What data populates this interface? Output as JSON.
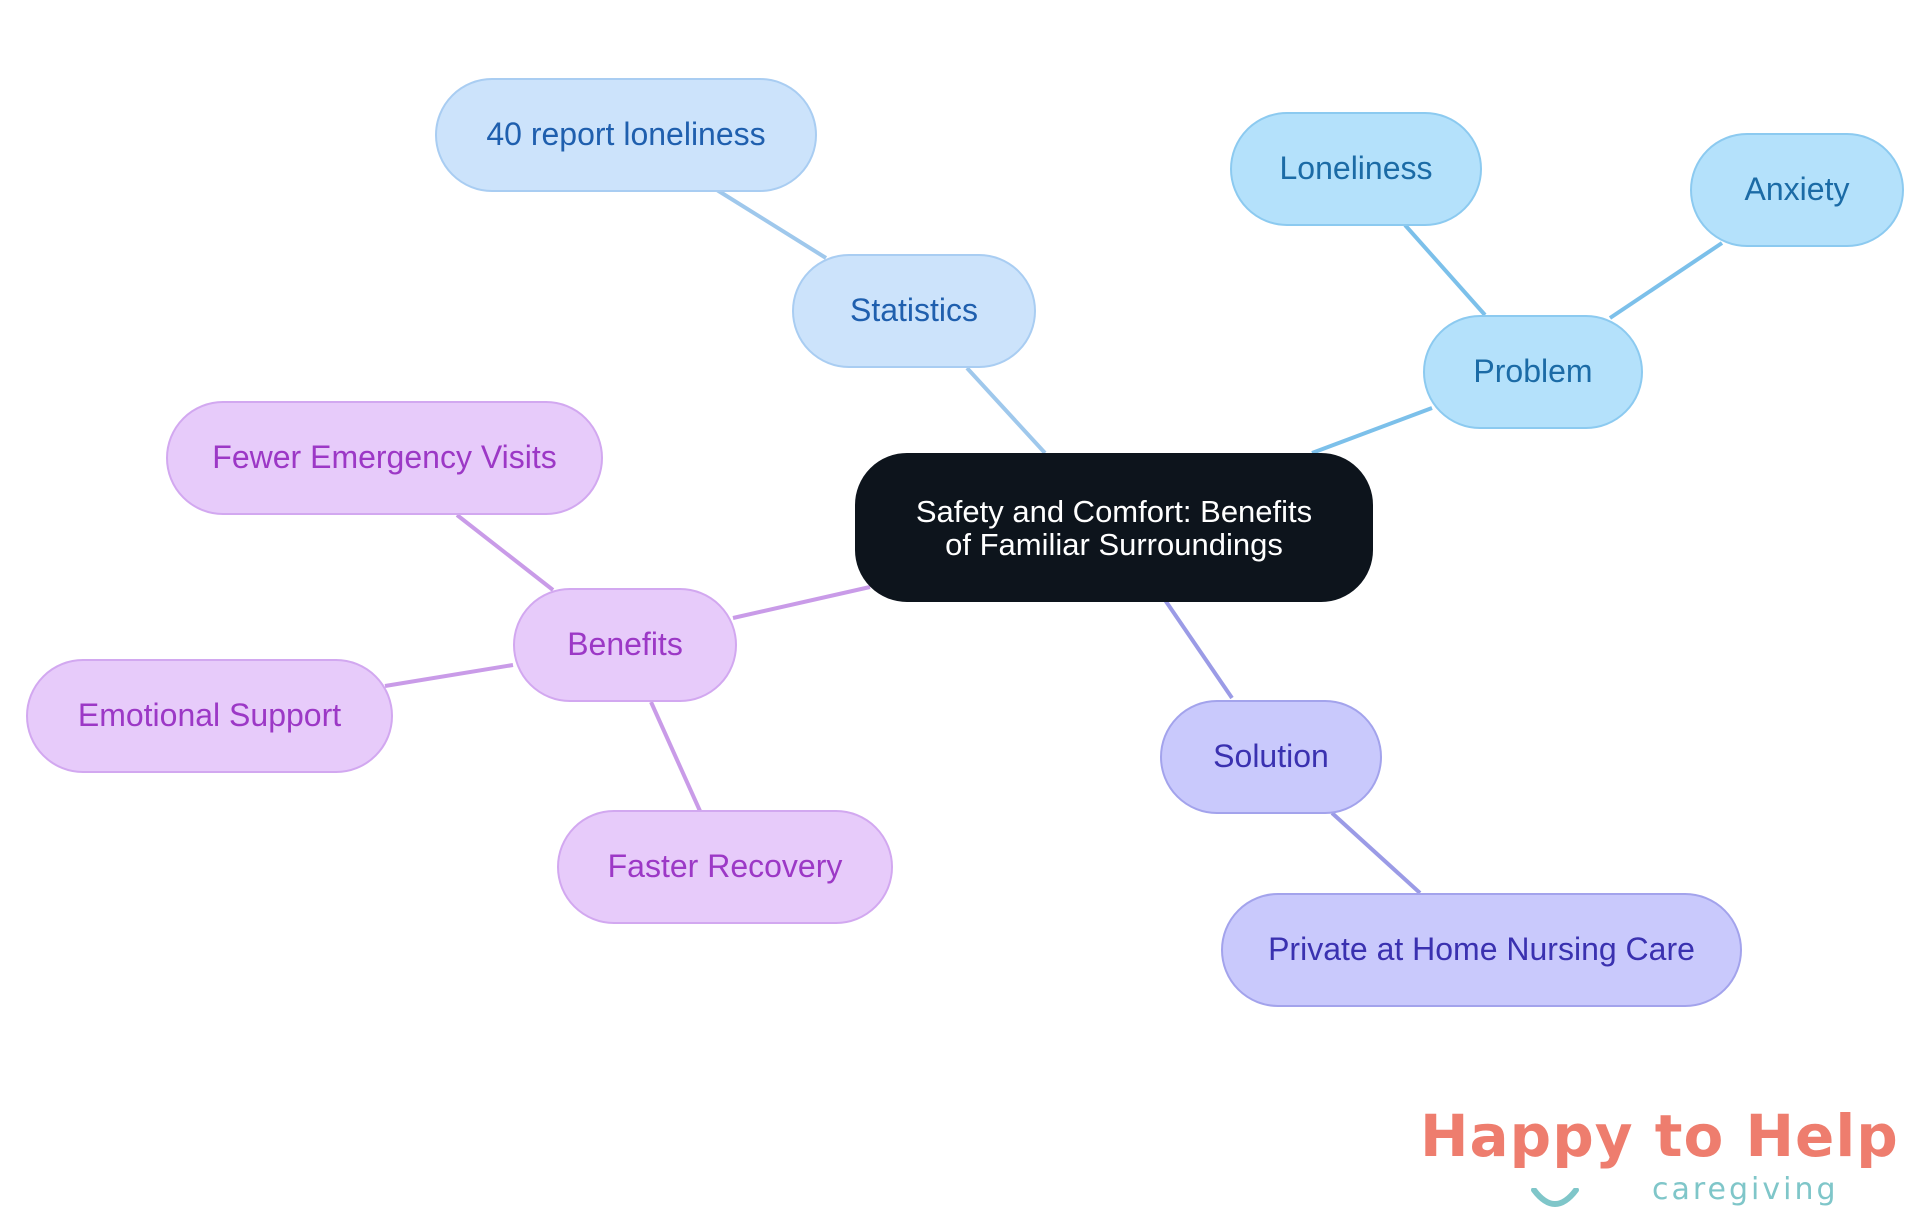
{
  "diagram": {
    "root": {
      "label_line1": "Safety and Comfort: Benefits",
      "label_line2": "of Familiar Surroundings"
    },
    "branches": {
      "statistics": {
        "label": "Statistics",
        "children": [
          "40 report loneliness"
        ]
      },
      "problem": {
        "label": "Problem",
        "children": [
          "Loneliness",
          "Anxiety"
        ]
      },
      "solution": {
        "label": "Solution",
        "children": [
          "Private at Home Nursing Care"
        ]
      },
      "benefits": {
        "label": "Benefits",
        "children": [
          "Fewer Emergency Visits",
          "Emotional Support",
          "Faster Recovery"
        ]
      }
    }
  },
  "colors": {
    "root_fill": "#0d141c",
    "statistics_fill": "#cce3fb",
    "problem_fill": "#b4e1fb",
    "solution_fill": "#c9c9fc",
    "benefits_fill": "#e7cbfa",
    "statistics_edge": "#9fc8ec",
    "problem_edge": "#7cc0ea",
    "solution_edge": "#9b9be6",
    "benefits_edge": "#c99be8",
    "logo_primary": "#ee7d6e",
    "logo_secondary": "#7fc6c9"
  },
  "logo": {
    "title": "Happy to Help",
    "subtitle": "caregiving"
  }
}
